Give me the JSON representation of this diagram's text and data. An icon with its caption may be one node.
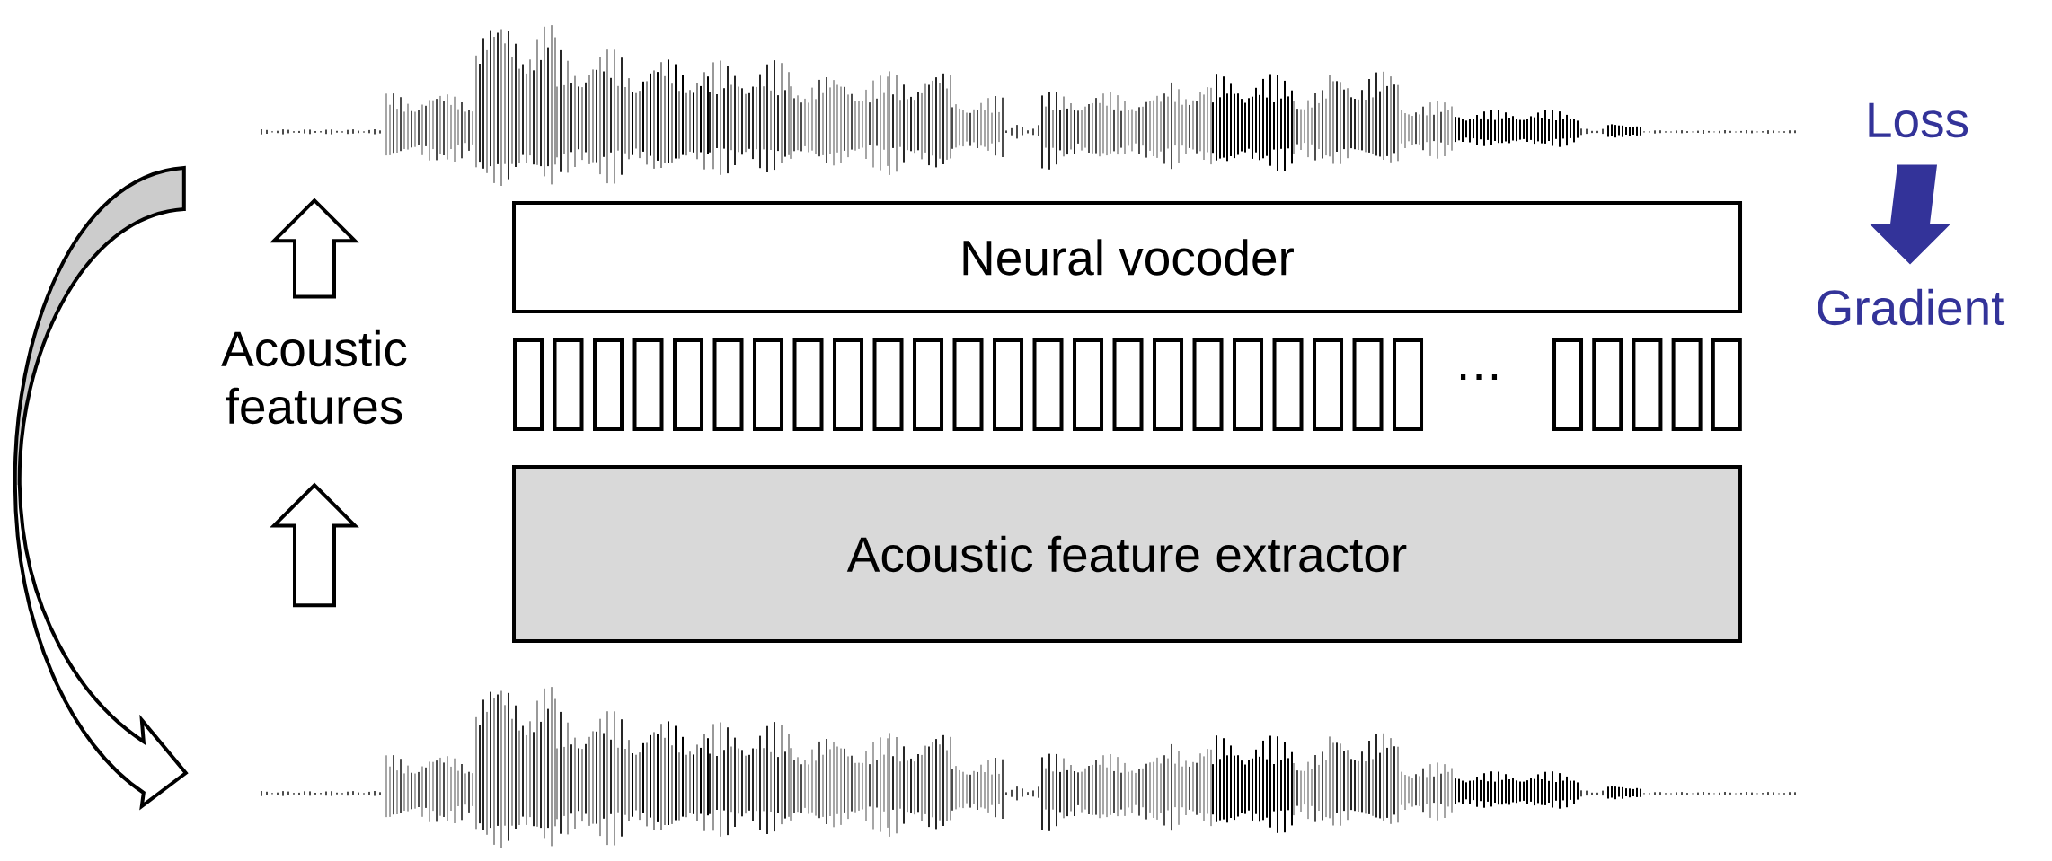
{
  "diagram": {
    "nodes": [
      {
        "text": [],
        "shape": "picture"
      },
      {
        "text": [
          "Loss"
        ]
      },
      {
        "text": [
          "Neural vocoder"
        ]
      },
      {
        "text": [
          "Gradient"
        ]
      },
      {
        "text": [
          "Acoustic features"
        ]
      },
      {
        "text": [],
        "shape": "box"
      },
      {
        "text": [],
        "shape": "box"
      },
      {
        "text": [],
        "shape": "box"
      },
      {
        "text": [],
        "shape": "box"
      },
      {
        "text": [],
        "shape": "box"
      },
      {
        "text": [],
        "shape": "box"
      },
      {
        "text": [],
        "shape": "box"
      },
      {
        "text": [],
        "shape": "box"
      },
      {
        "text": [],
        "shape": "box"
      },
      {
        "text": [],
        "shape": "box"
      },
      {
        "text": [],
        "shape": "box"
      },
      {
        "text": [],
        "shape": "box"
      },
      {
        "text": [],
        "shape": "box"
      },
      {
        "text": [],
        "shape": "box"
      },
      {
        "text": [],
        "shape": "box"
      },
      {
        "text": [],
        "shape": "box"
      },
      {
        "text": [],
        "shape": "box"
      },
      {
        "text": [],
        "shape": "box"
      },
      {
        "text": [],
        "shape": "box"
      },
      {
        "text": [],
        "shape": "box"
      },
      {
        "text": [],
        "shape": "box"
      },
      {
        "text": [],
        "shape": "box"
      },
      {
        "text": [],
        "shape": "box"
      },
      {
        "text": [],
        "shape": "box"
      },
      {
        "text": [],
        "shape": "box"
      },
      {
        "text": [],
        "shape": "box"
      },
      {
        "text": [],
        "shape": "box"
      },
      {
        "text": [],
        "shape": "box"
      },
      {
        "text": [
          "Acoustic feature extractor"
        ]
      },
      {
        "text": [],
        "shape": "picture"
      }
    ],
    "edges": [
      {
        "from": 0,
        "to": 34,
        "arrow": "to"
      },
      {
        "from": 34,
        "to": 4,
        "arrow": "to"
      },
      {
        "from": 4,
        "to": 0,
        "arrow": "to"
      },
      {
        "from": 1,
        "to": 3,
        "arrow": "to",
        "color": "#333399"
      }
    ],
    "labels": [
      "…"
    ]
  }
}
